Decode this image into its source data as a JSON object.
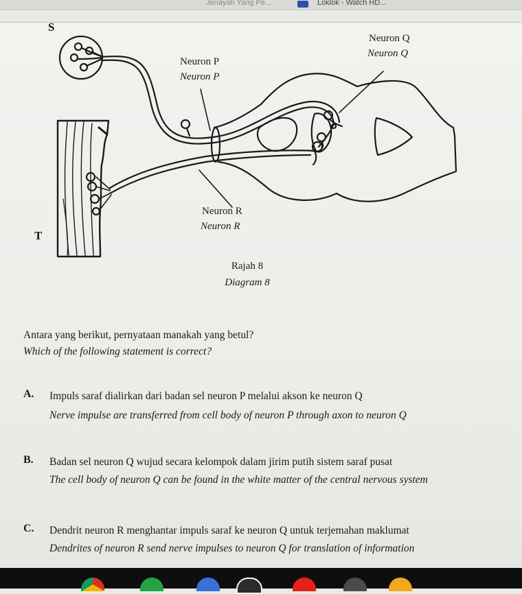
{
  "browser": {
    "tab_left_title": "Jenayah Yang Pe...",
    "tab_right_title": "Loklok - Watch HD..."
  },
  "diagram": {
    "label_S": "S",
    "label_T": "T",
    "neuronQ_my": "Neuron Q",
    "neuronQ_en": "Neuron Q",
    "neuronP_my": "Neuron P",
    "neuronP_en": "Neuron P",
    "neuronR_my": "Neuron R",
    "neuronR_en": "Neuron R",
    "caption_my": "Rajah 8",
    "caption_en": "Diagram 8"
  },
  "question": {
    "stem_my": "Antara yang berikut, pernyataan manakah yang betul?",
    "stem_en": "Which of the following statement is correct?",
    "options": [
      {
        "letter": "A.",
        "text_my": "Impuls saraf dialirkan dari badan sel neuron P melalui akson ke neuron Q",
        "text_en": "Nerve impulse are transferred from cell body of neuron P through axon to neuron Q"
      },
      {
        "letter": "B.",
        "text_my": "Badan sel neuron Q wujud secara kelompok dalam jirim putih sistem saraf pusat",
        "text_en": "The cell body of neuron Q can be found in the white matter of the central nervous system"
      },
      {
        "letter": "C.",
        "text_my": "Dendrit neuron R menghantar impuls saraf ke neuron Q untuk terjemahan maklumat",
        "text_en": "Dendrites of neuron R send nerve impulses to neuron Q for translation of information"
      }
    ]
  },
  "taskbar": {
    "icons": [
      "chrome-icon",
      "whatsapp-icon",
      "app-icon",
      "app-icon",
      "youtube-icon",
      "app-icon",
      "app-icon"
    ]
  }
}
